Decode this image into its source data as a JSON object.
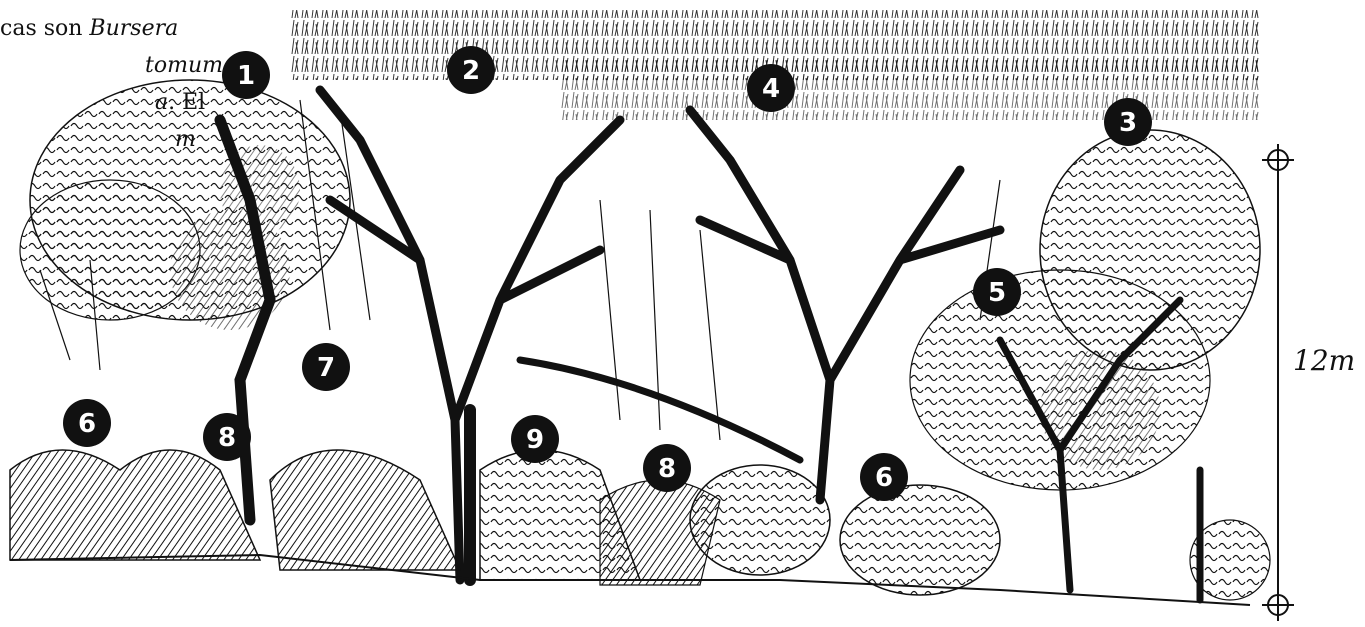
{
  "caption_fragment": {
    "line1": {
      "text": "cas son ",
      "italic": "Bursera"
    },
    "line2": {
      "italic": "tomum,"
    },
    "line3": {
      "italic": "a",
      "text": ". El"
    },
    "line4": {
      "italic": "m"
    }
  },
  "scale": {
    "label": "12m"
  },
  "markers": [
    "1",
    "2",
    "3",
    "4",
    "5",
    "6",
    "7",
    "8",
    "9",
    "8",
    "6"
  ],
  "colors": {
    "ink": "#111111",
    "paper": "#ffffff",
    "marker_fill": "#111111",
    "marker_text": "#ffffff"
  }
}
